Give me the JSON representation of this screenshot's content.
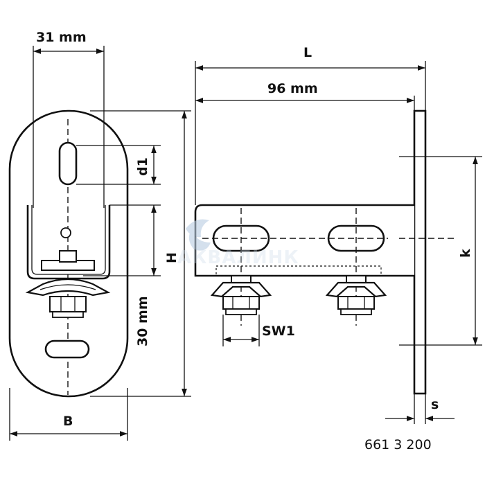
{
  "labels": {
    "width_top": "31 mm",
    "length": "L",
    "arm_length": "96 mm",
    "slot_d": "d1",
    "height": "H",
    "offset": "30 mm",
    "width": "B",
    "spacing": "k",
    "wrench": "SW1",
    "thickness": "s",
    "article_number": "661 3 200"
  },
  "watermark": "АКВАЛИНК"
}
